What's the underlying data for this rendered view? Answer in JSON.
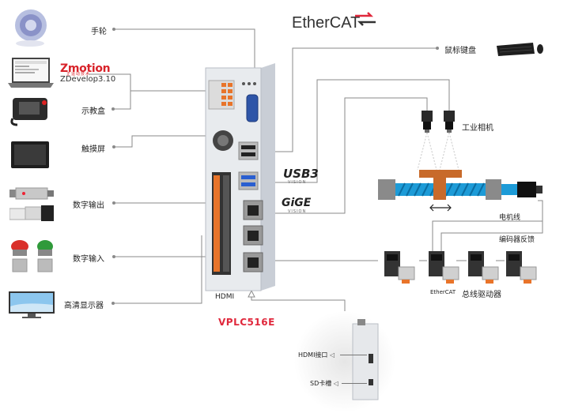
{
  "labels": {
    "handwheel": "手轮",
    "teach_pendant": "示教盒",
    "touchscreen": "触摸屏",
    "digital_output": "数字输出",
    "digital_input": "数字输入",
    "hd_display": "高清显示器",
    "hdmi": "HDMI",
    "mouse_keyboard": "鼠标键盘",
    "industrial_camera": "工业相机",
    "motor_cable": "电机线",
    "encoder_feedback": "编码器反馈",
    "ethercat_bus_driver": "总线驱动器",
    "hdmi_port": "HDMI接口",
    "sd_slot": "SD卡槽"
  },
  "branding": {
    "ethercat_logo": "EtherCAT",
    "ethercat_small": "EtherCAT",
    "zmotion_logo": "Zmotion",
    "zmotion_tagline": "正运动技术",
    "zdevelop_version": "ZDevelop3.10",
    "model_name": "VPLC516E",
    "usb3_logo": "USB3",
    "usb3_sub": "VISION",
    "gige_logo": "GiGE",
    "gige_sub": "VISION"
  },
  "colors": {
    "accent_red": "#e0283c",
    "wire": "#8a8a8a",
    "conveyor_blue": "#1d9bd7",
    "slider_brown": "#c86a2a",
    "terminal_orange": "#e8742a"
  },
  "icons": {
    "handwheel": "handwheel-icon",
    "laptop": "laptop-icon",
    "teach_pendant": "teach-pendant-icon",
    "touchscreen": "touchscreen-icon",
    "cylinder": "pneumatic-cylinder-icon",
    "valve": "solenoid-valve-icon",
    "buttons": "push-button-icon",
    "monitor": "monitor-icon",
    "keyboard": "keyboard-icon",
    "camera": "camera-icon",
    "servo": "servo-drive-icon"
  }
}
